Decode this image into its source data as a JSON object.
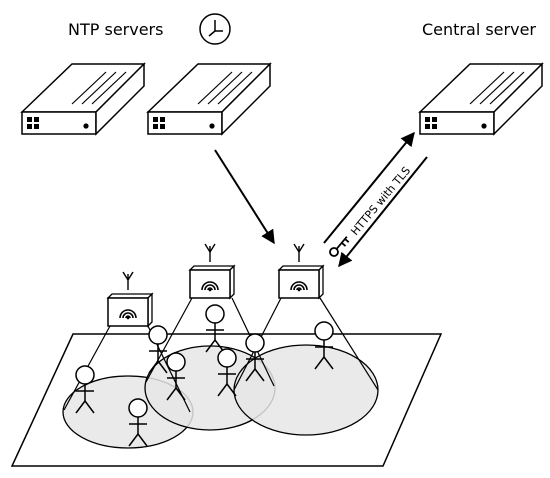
{
  "labels": {
    "ntp": "NTP servers",
    "central": "Central server",
    "secure_link": "HTTPS with TLS"
  },
  "icons": {
    "clock": "clock-icon",
    "key": "key-icon",
    "server": "server-icon",
    "sensor": "wifi-sensor-icon",
    "person": "person-icon"
  },
  "colors": {
    "stroke": "#000000",
    "coverage_fill": "#e6e6e6",
    "background": "#ffffff"
  }
}
